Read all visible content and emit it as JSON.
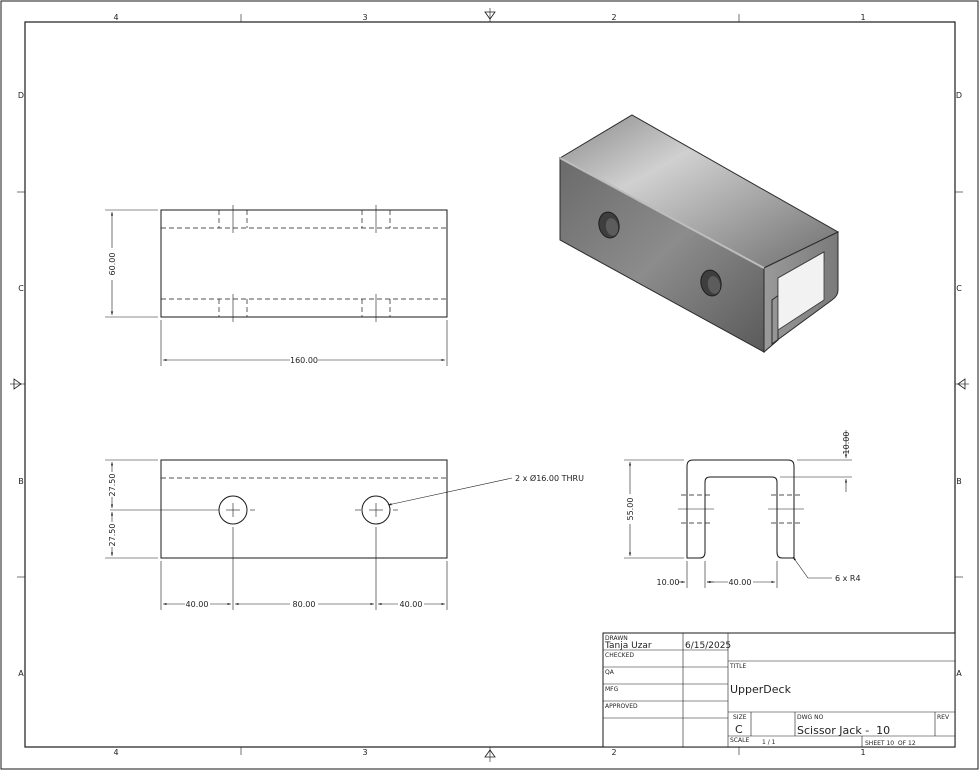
{
  "border": {
    "top_zones": [
      "4",
      "3",
      "2",
      "1"
    ],
    "bottom_zones": [
      "4",
      "3",
      "2",
      "1"
    ],
    "left_zones": [
      "D",
      "C",
      "B",
      "A"
    ],
    "right_zones": [
      "D",
      "C",
      "B",
      "A"
    ]
  },
  "top_view": {
    "height_dim": "60.00",
    "length_dim": "160.00"
  },
  "front_view": {
    "upper_dim": "27.50",
    "lower_dim": "27.50",
    "left_dim": "40.00",
    "middle_dim": "80.00",
    "right_dim": "40.00",
    "hole_note": "2 x Ø16.00 THRU"
  },
  "side_view": {
    "thickness_dim": "10.00",
    "height_dim": "55.00",
    "wall_dim": "10.00",
    "gap_dim": "40.00",
    "radius_note": "6 x R4"
  },
  "title_block": {
    "drawn_label": "DRAWN",
    "drawn_by": "Tanja Uzar",
    "drawn_date": "6/15/2025",
    "checked_label": "CHECKED",
    "qa_label": "QA",
    "mfg_label": "MFG",
    "approved_label": "APPROVED",
    "title_label": "TITLE",
    "title": "UpperDeck",
    "size_label": "SIZE",
    "size": "C",
    "dwg_no_label": "DWG NO",
    "dwg_no": "Scissor Jack -  10",
    "rev_label": "REV",
    "scale_label": "SCALE",
    "scale": "1 / 1",
    "sheet_text": "SHEET 10  OF 12"
  }
}
